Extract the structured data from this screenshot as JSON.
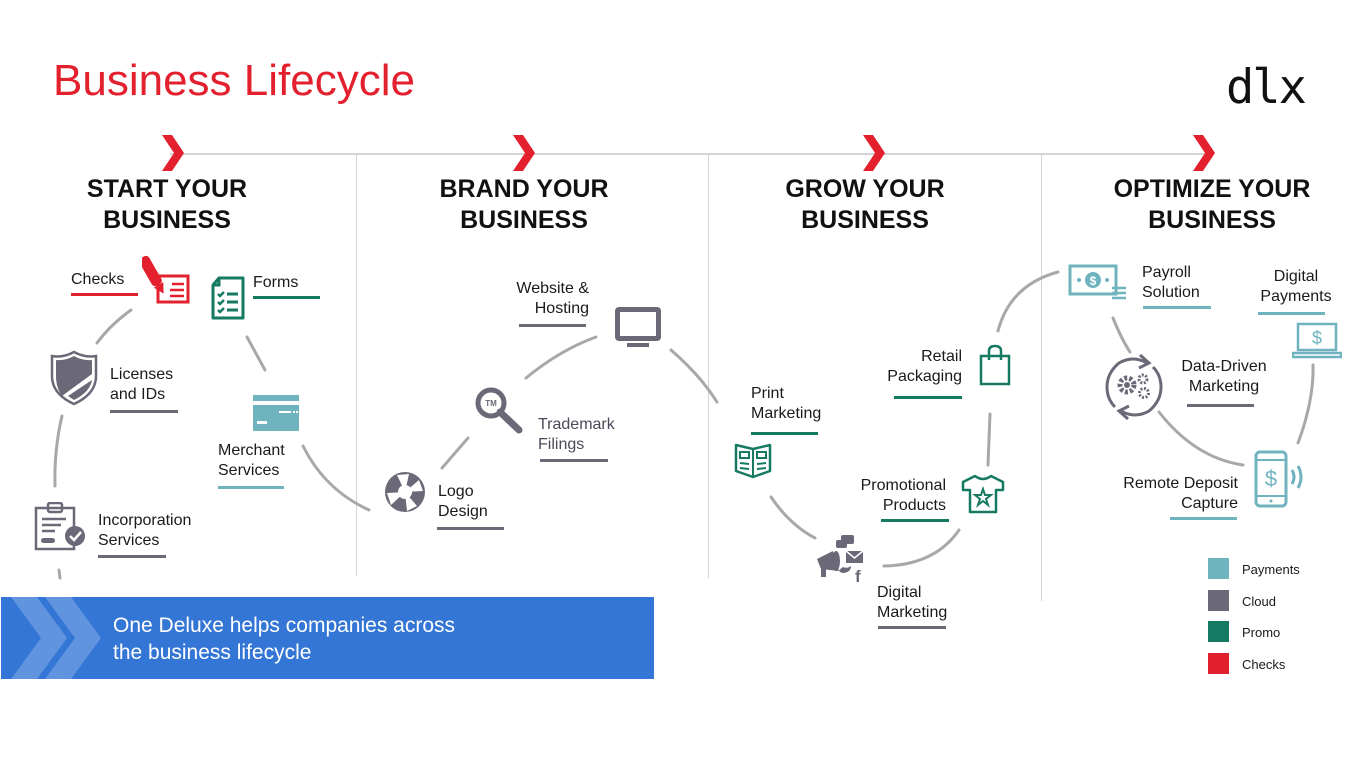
{
  "header": {
    "title": "Business Lifecycle",
    "logo_text": "dlx"
  },
  "phases": [
    {
      "line1": "START YOUR",
      "line2": "BUSINESS"
    },
    {
      "line1": "BRAND YOUR",
      "line2": "BUSINESS"
    },
    {
      "line1": "GROW YOUR",
      "line2": "BUSINESS"
    },
    {
      "line1": "OPTIMIZE YOUR",
      "line2": "BUSINESS"
    }
  ],
  "services": {
    "checks": {
      "label": "Checks",
      "category": "Checks",
      "icon": "pen-check-icon"
    },
    "forms": {
      "label": "Forms",
      "category": "Promo",
      "icon": "checklist-document-icon"
    },
    "licenses": {
      "line1": "Licenses",
      "line2": "and IDs",
      "category": "Cloud",
      "icon": "shield-icon"
    },
    "merchant": {
      "line1": "Merchant",
      "line2": "Services",
      "category": "Payments",
      "icon": "credit-card-icon"
    },
    "incorporation": {
      "line1": "Incorporation",
      "line2": "Services",
      "category": "Cloud",
      "icon": "clipboard-check-icon"
    },
    "website": {
      "line1": "Website &",
      "line2": "Hosting",
      "category": "Cloud",
      "icon": "monitor-icon"
    },
    "trademark": {
      "line1": "Trademark",
      "line2": "Filings",
      "category": "Cloud",
      "icon": "trademark-magnifier-icon",
      "icon_text": "TM"
    },
    "logo_design": {
      "line1": "Logo",
      "line2": "Design",
      "category": "Cloud",
      "icon": "aperture-icon"
    },
    "print_marketing": {
      "line1": "Print",
      "line2": "Marketing",
      "category": "Promo",
      "icon": "newspaper-icon"
    },
    "retail_packaging": {
      "line1": "Retail",
      "line2": "Packaging",
      "category": "Promo",
      "icon": "shopping-bag-icon"
    },
    "promotional": {
      "line1": "Promotional",
      "line2": "Products",
      "category": "Promo",
      "icon": "tshirt-star-icon"
    },
    "digital_marketing": {
      "line1": "Digital",
      "line2": "Marketing",
      "category": "Cloud",
      "icon": "megaphone-social-icon"
    },
    "payroll": {
      "line1": "Payroll",
      "line2": "Solution",
      "category": "Payments",
      "icon": "banknote-icon"
    },
    "digital_payments": {
      "line1": "Digital",
      "line2": "Payments",
      "category": "Payments",
      "icon": "laptop-dollar-icon"
    },
    "data_driven": {
      "line1": "Data-Driven",
      "line2": "Marketing",
      "category": "Cloud",
      "icon": "gears-cycle-icon"
    },
    "remote_deposit": {
      "line1": "Remote Deposit",
      "line2": "Capture",
      "category": "Payments",
      "icon": "phone-dollar-icon"
    }
  },
  "banner": {
    "line1": "One Deluxe helps companies across",
    "line2": "the business lifecycle"
  },
  "legend": [
    {
      "label": "Payments",
      "color": "#6fb3bf"
    },
    {
      "label": "Cloud",
      "color": "#6b6878"
    },
    {
      "label": "Promo",
      "color": "#167a62"
    },
    {
      "label": "Checks",
      "color": "#e3202d"
    }
  ],
  "colors": {
    "title_red": "#e3202d",
    "payments": "#6fb3bf",
    "cloud": "#6b6878",
    "promo": "#167a62",
    "checks": "#e3202d",
    "banner_blue": "#3476d6"
  }
}
